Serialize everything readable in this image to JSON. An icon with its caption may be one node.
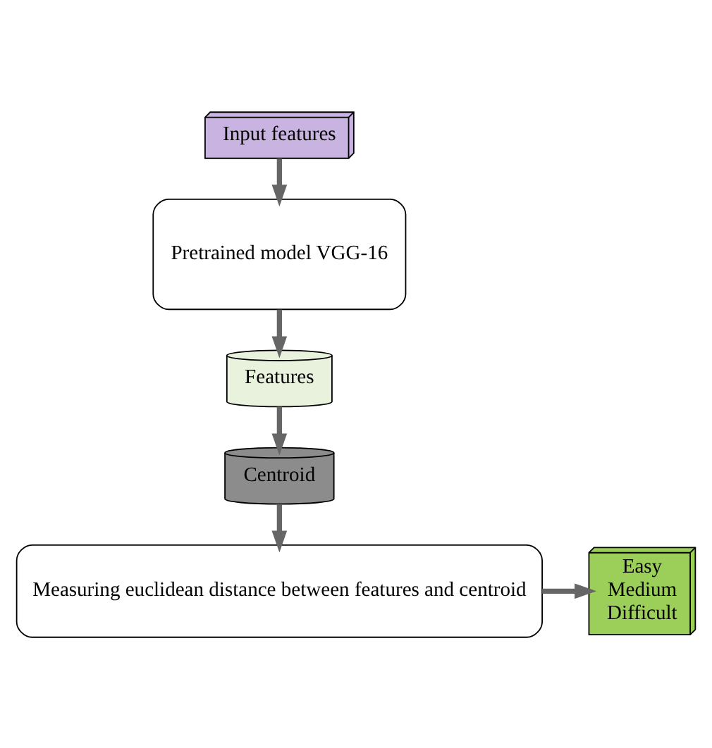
{
  "diagram": {
    "nodes": [
      {
        "text": [
          "Input features"
        ]
      },
      {
        "text": [
          "Pretrained model VGG-16"
        ]
      },
      {
        "text": [
          "Features"
        ]
      },
      {
        "text": [
          "Centroid"
        ]
      },
      {
        "text": [
          "Measuring euclidean distance between features and centroid"
        ]
      },
      {
        "text": [
          "Easy",
          "Medium",
          "Difficult"
        ]
      }
    ],
    "edges": [
      {
        "from": 0,
        "to": 1,
        "arrow": "to"
      },
      {
        "from": 1,
        "to": 2,
        "arrow": "to"
      },
      {
        "from": 2,
        "to": 3,
        "arrow": "to"
      },
      {
        "from": 3,
        "to": 4,
        "arrow": "to"
      },
      {
        "from": 4,
        "to": 5,
        "arrow": "to"
      }
    ]
  }
}
